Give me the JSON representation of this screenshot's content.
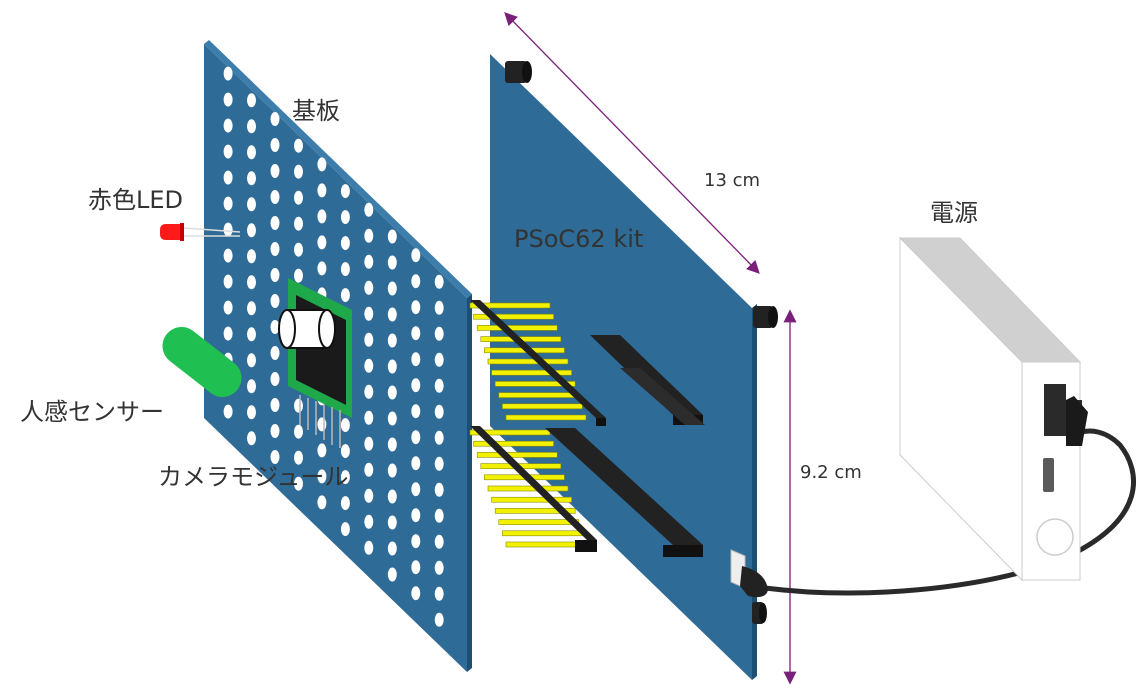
{
  "labels": {
    "board": "基板",
    "red_led": "赤色LED",
    "motion_sensor": "人感センサー",
    "camera_module": "カメラモジュール",
    "psoc_kit": "PSoC62 kit",
    "power": "電源",
    "width_dim": "13 cm",
    "height_dim": "9.2 cm"
  },
  "colors": {
    "board_blue": "#2e6b97",
    "board_edge": "#1b4f74",
    "hole_white": "#ffffff",
    "pin_yellow": "#f2f200",
    "header_black": "#222222",
    "led_red": "#ff1a1a",
    "sensor_green": "#1fbf52",
    "camera_pcb_green": "#1fa84a",
    "dimension_arrow": "#7a1f7a",
    "cable_black": "#2a2a2a",
    "power_case_gray": "#d0d0d0"
  },
  "icons": [
    "red-led-icon",
    "motion-sensor-icon",
    "camera-module-icon",
    "usb-plug-icon",
    "power-supply-icon"
  ]
}
